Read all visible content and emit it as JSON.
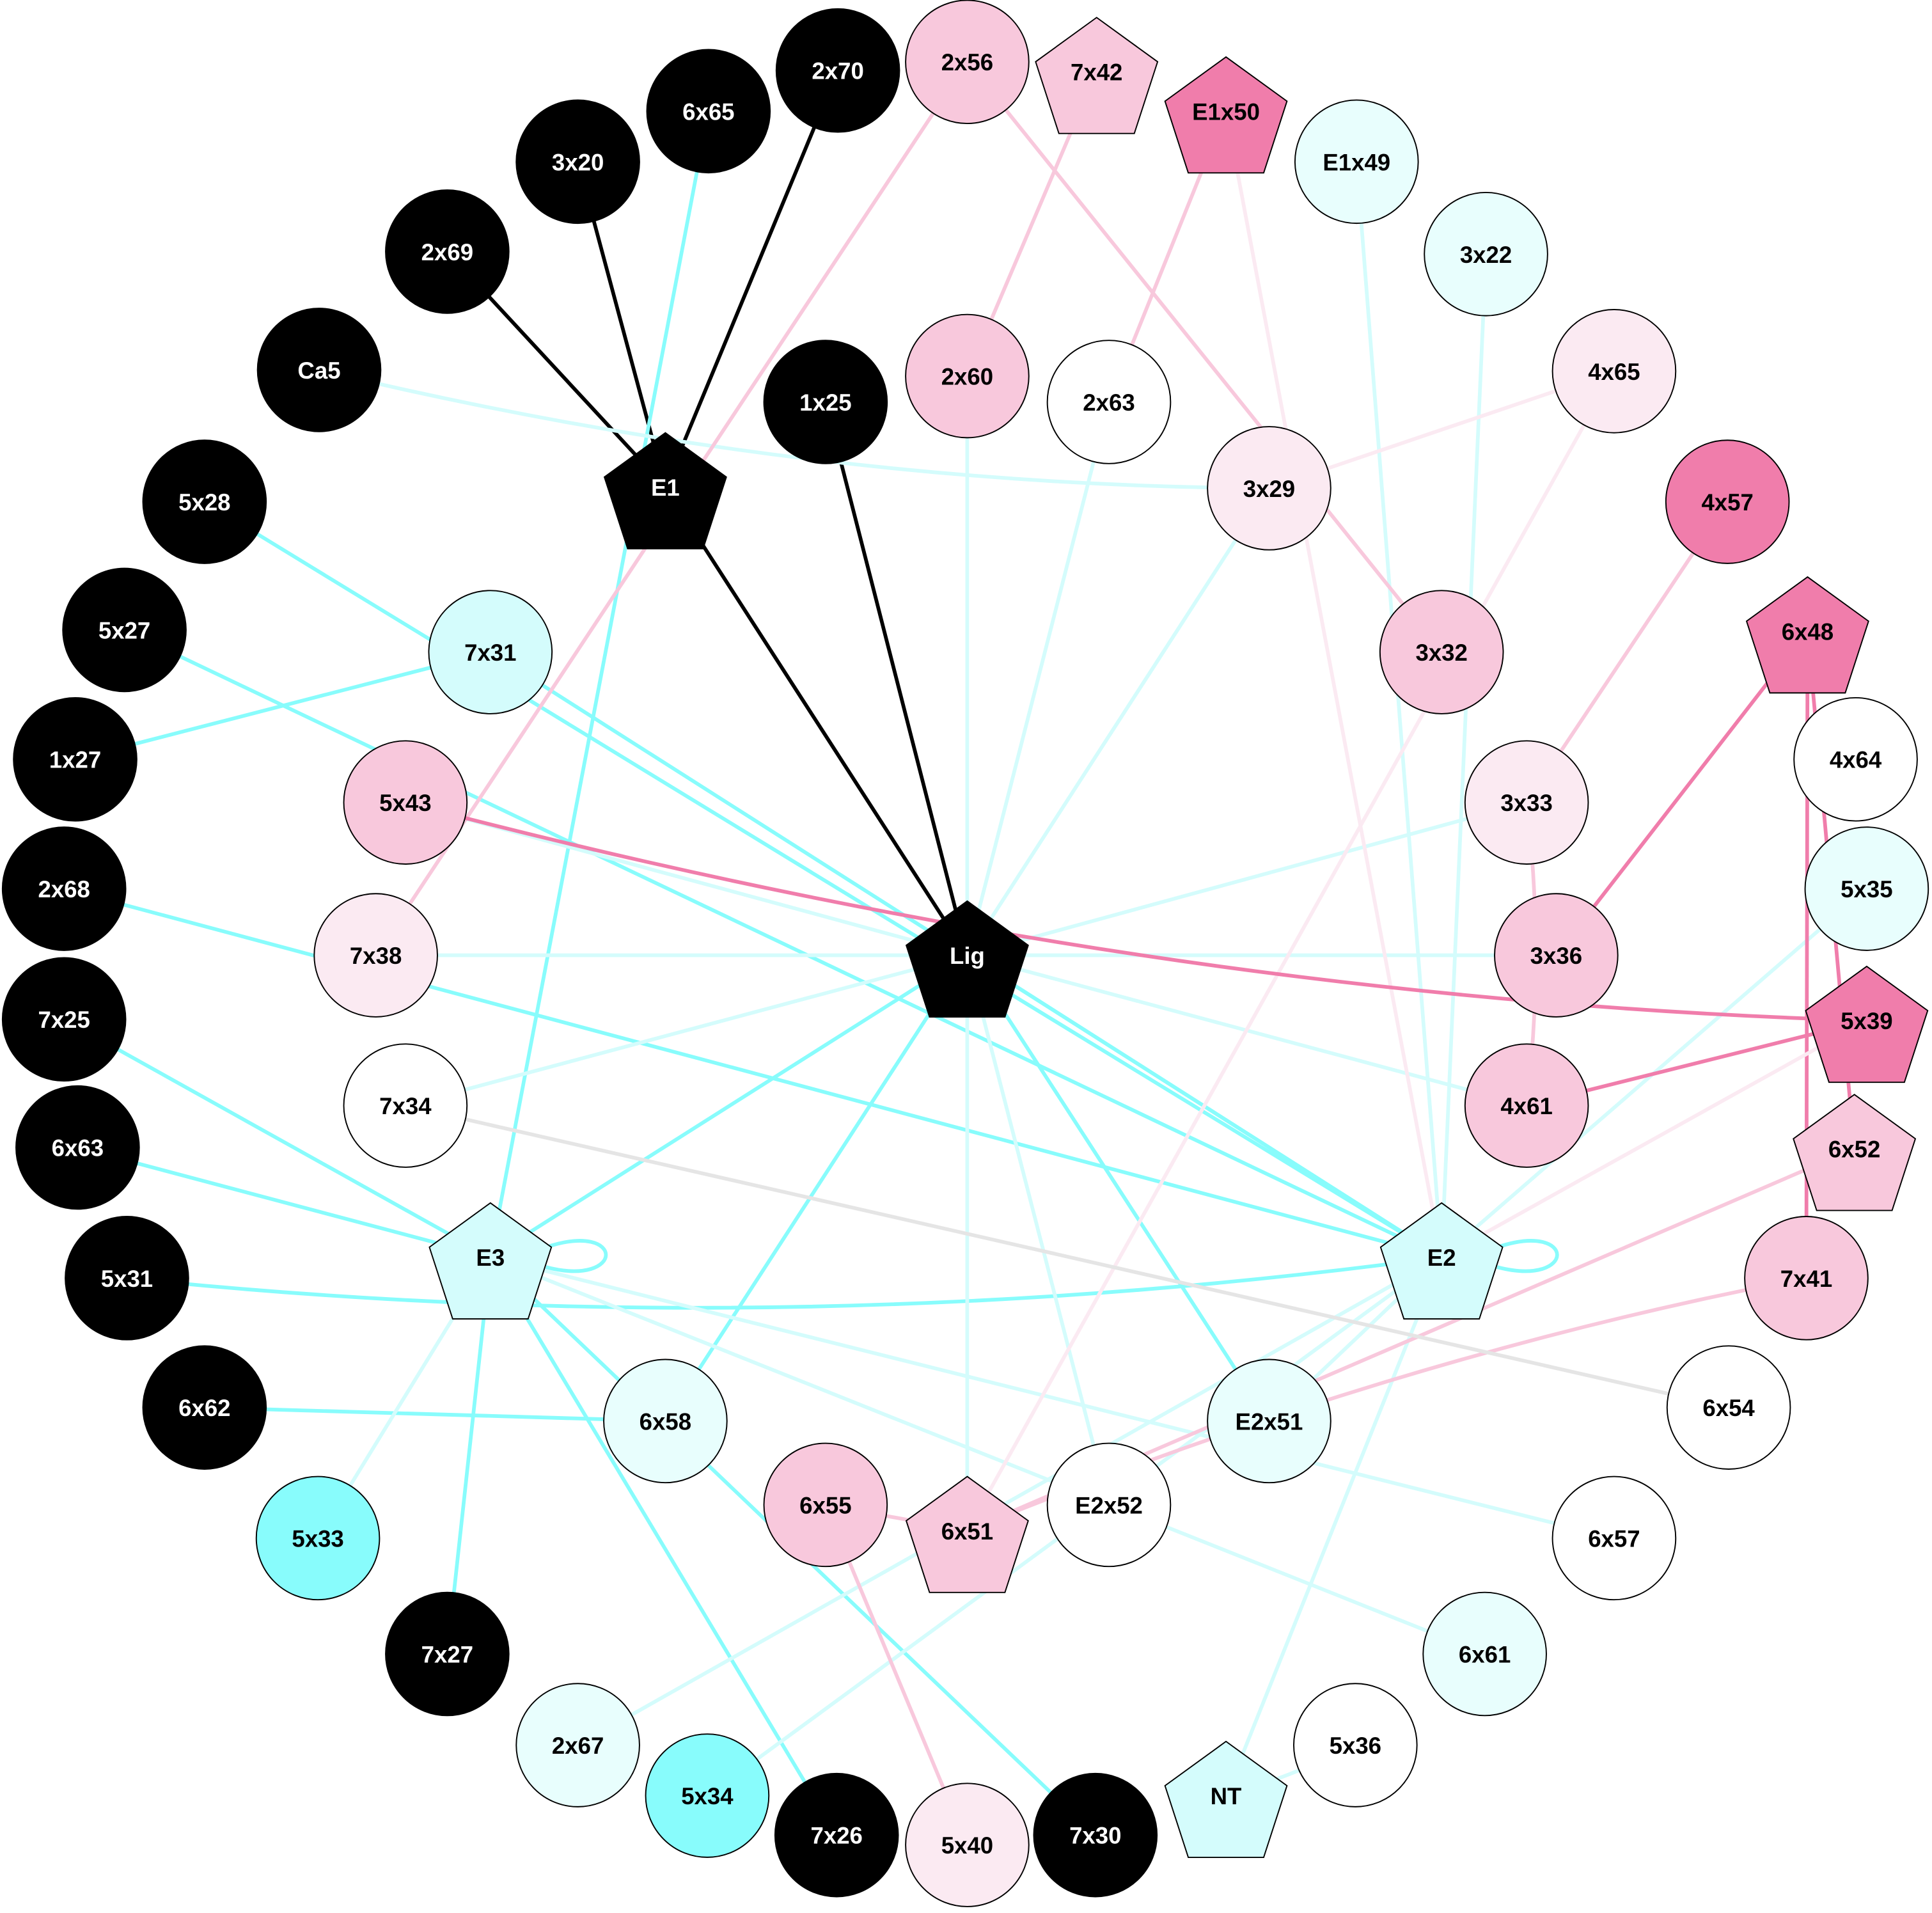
{
  "colors": {
    "black": "#000000",
    "dark_pink": "#F07DAB",
    "mid_pink": "#F8C8DC",
    "light_pink": "#FBEAF2",
    "white": "#FFFFFF",
    "light_cyan": "#E8FEFD",
    "cyan": "#D4FCFC",
    "bright_cyan": "#88FCFC",
    "edge_cyan": "#88FCFC",
    "edge_light_cyan": "#D4FCFC",
    "edge_black": "#000000",
    "edge_pink": "#F8C8DC",
    "edge_light_pink": "#FBEAF2",
    "edge_dark_pink": "#F07DAB",
    "edge_grey": "#E5E5E5"
  },
  "nodes": [
    {
      "id": "2x70",
      "shape": "circle",
      "fill": "black"
    },
    {
      "id": "6x65",
      "shape": "circle",
      "fill": "black"
    },
    {
      "id": "3x20",
      "shape": "circle",
      "fill": "black"
    },
    {
      "id": "2x69",
      "shape": "circle",
      "fill": "black"
    },
    {
      "id": "Ca5",
      "shape": "circle",
      "fill": "black"
    },
    {
      "id": "5x28",
      "shape": "circle",
      "fill": "black"
    },
    {
      "id": "5x27",
      "shape": "circle",
      "fill": "black"
    },
    {
      "id": "1x27",
      "shape": "circle",
      "fill": "black"
    },
    {
      "id": "2x68",
      "shape": "circle",
      "fill": "black"
    },
    {
      "id": "7x25",
      "shape": "circle",
      "fill": "black"
    },
    {
      "id": "6x63",
      "shape": "circle",
      "fill": "black"
    },
    {
      "id": "5x31",
      "shape": "circle",
      "fill": "black"
    },
    {
      "id": "6x62",
      "shape": "circle",
      "fill": "black"
    },
    {
      "id": "7x27",
      "shape": "circle",
      "fill": "black"
    },
    {
      "id": "7x26",
      "shape": "circle",
      "fill": "black"
    },
    {
      "id": "7x30",
      "shape": "circle",
      "fill": "black"
    },
    {
      "id": "1x25",
      "shape": "circle",
      "fill": "black"
    },
    {
      "id": "E1",
      "shape": "pentagon",
      "fill": "black"
    },
    {
      "id": "Lig",
      "shape": "pentagon",
      "fill": "black"
    },
    {
      "id": "2x56",
      "shape": "circle",
      "fill": "mid_pink"
    },
    {
      "id": "7x42",
      "shape": "pentagon",
      "fill": "mid_pink"
    },
    {
      "id": "E1x50",
      "shape": "pentagon",
      "fill": "dark_pink"
    },
    {
      "id": "E1x49",
      "shape": "circle",
      "fill": "light_cyan"
    },
    {
      "id": "3x22",
      "shape": "circle",
      "fill": "light_cyan"
    },
    {
      "id": "4x65",
      "shape": "circle",
      "fill": "light_pink"
    },
    {
      "id": "4x57",
      "shape": "circle",
      "fill": "dark_pink"
    },
    {
      "id": "6x48",
      "shape": "pentagon",
      "fill": "dark_pink"
    },
    {
      "id": "4x64",
      "shape": "circle",
      "fill": "white"
    },
    {
      "id": "5x35",
      "shape": "circle",
      "fill": "light_cyan"
    },
    {
      "id": "5x39",
      "shape": "pentagon",
      "fill": "dark_pink"
    },
    {
      "id": "6x52",
      "shape": "pentagon",
      "fill": "mid_pink"
    },
    {
      "id": "7x41",
      "shape": "circle",
      "fill": "mid_pink"
    },
    {
      "id": "6x54",
      "shape": "circle",
      "fill": "white"
    },
    {
      "id": "6x57",
      "shape": "circle",
      "fill": "white"
    },
    {
      "id": "6x61",
      "shape": "circle",
      "fill": "light_cyan"
    },
    {
      "id": "5x36",
      "shape": "circle",
      "fill": "white"
    },
    {
      "id": "NT",
      "shape": "pentagon",
      "fill": "cyan"
    },
    {
      "id": "5x40",
      "shape": "circle",
      "fill": "light_pink"
    },
    {
      "id": "5x34",
      "shape": "circle",
      "fill": "bright_cyan"
    },
    {
      "id": "2x67",
      "shape": "circle",
      "fill": "light_cyan"
    },
    {
      "id": "5x33",
      "shape": "circle",
      "fill": "bright_cyan"
    },
    {
      "id": "2x60",
      "shape": "circle",
      "fill": "mid_pink"
    },
    {
      "id": "2x63",
      "shape": "circle",
      "fill": "white"
    },
    {
      "id": "3x29",
      "shape": "circle",
      "fill": "light_pink"
    },
    {
      "id": "3x32",
      "shape": "circle",
      "fill": "mid_pink"
    },
    {
      "id": "3x33",
      "shape": "circle",
      "fill": "light_pink"
    },
    {
      "id": "3x36",
      "shape": "circle",
      "fill": "mid_pink"
    },
    {
      "id": "4x61",
      "shape": "circle",
      "fill": "mid_pink"
    },
    {
      "id": "E2",
      "shape": "pentagon",
      "fill": "cyan"
    },
    {
      "id": "E2x51",
      "shape": "circle",
      "fill": "light_cyan"
    },
    {
      "id": "E2x52",
      "shape": "circle",
      "fill": "white"
    },
    {
      "id": "6x51",
      "shape": "pentagon",
      "fill": "mid_pink"
    },
    {
      "id": "6x55",
      "shape": "circle",
      "fill": "mid_pink"
    },
    {
      "id": "6x58",
      "shape": "circle",
      "fill": "light_cyan"
    },
    {
      "id": "E3",
      "shape": "pentagon",
      "fill": "cyan"
    },
    {
      "id": "7x34",
      "shape": "circle",
      "fill": "white"
    },
    {
      "id": "7x38",
      "shape": "circle",
      "fill": "light_pink"
    },
    {
      "id": "5x43",
      "shape": "circle",
      "fill": "mid_pink"
    },
    {
      "id": "7x31",
      "shape": "circle",
      "fill": "cyan"
    }
  ],
  "edges": [
    {
      "s": "2x69",
      "t": "E1",
      "c": "edge_black"
    },
    {
      "s": "3x20",
      "t": "E1",
      "c": "edge_black"
    },
    {
      "s": "2x70",
      "t": "E1",
      "c": "edge_black"
    },
    {
      "s": "E1",
      "t": "Lig",
      "c": "edge_black"
    },
    {
      "s": "1x25",
      "t": "Lig",
      "c": "edge_black"
    },
    {
      "s": "6x65",
      "t": "E3",
      "c": "edge_cyan"
    },
    {
      "s": "5x28",
      "t": "E2",
      "c": "edge_cyan"
    },
    {
      "s": "5x27",
      "t": "E2",
      "c": "edge_cyan"
    },
    {
      "s": "1x27",
      "t": "7x31",
      "c": "edge_cyan"
    },
    {
      "s": "7x31",
      "t": "E2",
      "c": "edge_cyan"
    },
    {
      "s": "2x68",
      "t": "E2",
      "c": "edge_cyan"
    },
    {
      "s": "7x25",
      "t": "E3",
      "c": "edge_cyan"
    },
    {
      "s": "6x63",
      "t": "E3",
      "c": "edge_cyan"
    },
    {
      "s": "5x31",
      "t": "E2",
      "c": "edge_cyan",
      "curve": 1
    },
    {
      "s": "6x62",
      "t": "6x58",
      "c": "edge_cyan"
    },
    {
      "s": "E3",
      "t": "7x27",
      "c": "edge_cyan"
    },
    {
      "s": "E3",
      "t": "7x26",
      "c": "edge_cyan"
    },
    {
      "s": "E3",
      "t": "7x30",
      "c": "edge_cyan"
    },
    {
      "s": "Lig",
      "t": "E3",
      "c": "edge_cyan"
    },
    {
      "s": "Lig",
      "t": "6x58",
      "c": "edge_cyan"
    },
    {
      "s": "Lig",
      "t": "E2x51",
      "c": "edge_cyan"
    },
    {
      "s": "Lig",
      "t": "E2",
      "c": "edge_cyan"
    },
    {
      "s": "Ca5",
      "t": "3x29",
      "c": "edge_light_cyan",
      "curve": 1
    },
    {
      "s": "Lig",
      "t": "2x63",
      "c": "edge_light_cyan"
    },
    {
      "s": "Lig",
      "t": "3x29",
      "c": "edge_light_cyan"
    },
    {
      "s": "Lig",
      "t": "3x33",
      "c": "edge_light_cyan"
    },
    {
      "s": "Lig",
      "t": "3x36",
      "c": "edge_light_cyan"
    },
    {
      "s": "Lig",
      "t": "7x38",
      "c": "edge_light_cyan"
    },
    {
      "s": "Lig",
      "t": "7x34",
      "c": "edge_light_cyan"
    },
    {
      "s": "Lig",
      "t": "4x61",
      "c": "edge_light_cyan"
    },
    {
      "s": "Lig",
      "t": "E2x52",
      "c": "edge_light_cyan"
    },
    {
      "s": "Lig",
      "t": "2x60",
      "c": "edge_light_cyan"
    },
    {
      "s": "Lig",
      "t": "6x51",
      "c": "edge_light_cyan"
    },
    {
      "s": "Lig",
      "t": "5x43",
      "c": "edge_light_cyan"
    },
    {
      "s": "E1x49",
      "t": "E2",
      "c": "edge_light_cyan"
    },
    {
      "s": "3x22",
      "t": "E2",
      "c": "edge_light_cyan"
    },
    {
      "s": "5x35",
      "t": "E2",
      "c": "edge_light_cyan"
    },
    {
      "s": "E3",
      "t": "5x33",
      "c": "edge_light_cyan"
    },
    {
      "s": "E3",
      "t": "6x57",
      "c": "edge_light_cyan"
    },
    {
      "s": "E3",
      "t": "6x61",
      "c": "edge_light_cyan"
    },
    {
      "s": "E2",
      "t": "5x34",
      "c": "edge_light_cyan"
    },
    {
      "s": "E2",
      "t": "2x67",
      "c": "edge_light_cyan"
    },
    {
      "s": "E2",
      "t": "NT",
      "c": "edge_light_cyan"
    },
    {
      "s": "E2",
      "t": "E2x51",
      "c": "edge_light_cyan"
    },
    {
      "s": "NT",
      "t": "5x36",
      "c": "edge_light_cyan",
      "curve": 1
    },
    {
      "s": "2x56",
      "t": "3x32",
      "c": "edge_pink"
    },
    {
      "s": "7x42",
      "t": "2x60",
      "c": "edge_pink"
    },
    {
      "s": "2x56",
      "t": "7x38",
      "c": "edge_pink"
    },
    {
      "s": "E1x50",
      "t": "2x63",
      "c": "edge_pink"
    },
    {
      "s": "E1x50",
      "t": "E2",
      "c": "edge_light_pink"
    },
    {
      "s": "4x65",
      "t": "3x29",
      "c": "edge_light_pink"
    },
    {
      "s": "4x65",
      "t": "6x51",
      "c": "edge_light_pink"
    },
    {
      "s": "4x57",
      "t": "3x33",
      "c": "edge_pink"
    },
    {
      "s": "3x33",
      "t": "4x61",
      "c": "edge_pink",
      "curve": 1
    },
    {
      "s": "6x48",
      "t": "3x36",
      "c": "edge_dark_pink"
    },
    {
      "s": "6x48",
      "t": "7x41",
      "c": "edge_dark_pink"
    },
    {
      "s": "6x48",
      "t": "6x52",
      "c": "edge_dark_pink"
    },
    {
      "s": "5x43",
      "t": "5x39",
      "c": "edge_dark_pink",
      "curve": 1
    },
    {
      "s": "4x61",
      "t": "5x39",
      "c": "edge_dark_pink"
    },
    {
      "s": "5x39",
      "t": "E2",
      "c": "edge_light_pink"
    },
    {
      "s": "7x41",
      "t": "6x51",
      "c": "edge_pink",
      "curve": 1
    },
    {
      "s": "6x52",
      "t": "6x51",
      "c": "edge_pink"
    },
    {
      "s": "6x55",
      "t": "5x40",
      "c": "edge_pink"
    },
    {
      "s": "6x55",
      "t": "6x51",
      "c": "edge_pink"
    },
    {
      "s": "7x34",
      "t": "6x54",
      "c": "edge_grey"
    },
    {
      "s": "E2",
      "t": "E2",
      "c": "edge_cyan",
      "loop": 1
    },
    {
      "s": "E3",
      "t": "E3",
      "c": "edge_cyan",
      "loop": 1
    }
  ]
}
